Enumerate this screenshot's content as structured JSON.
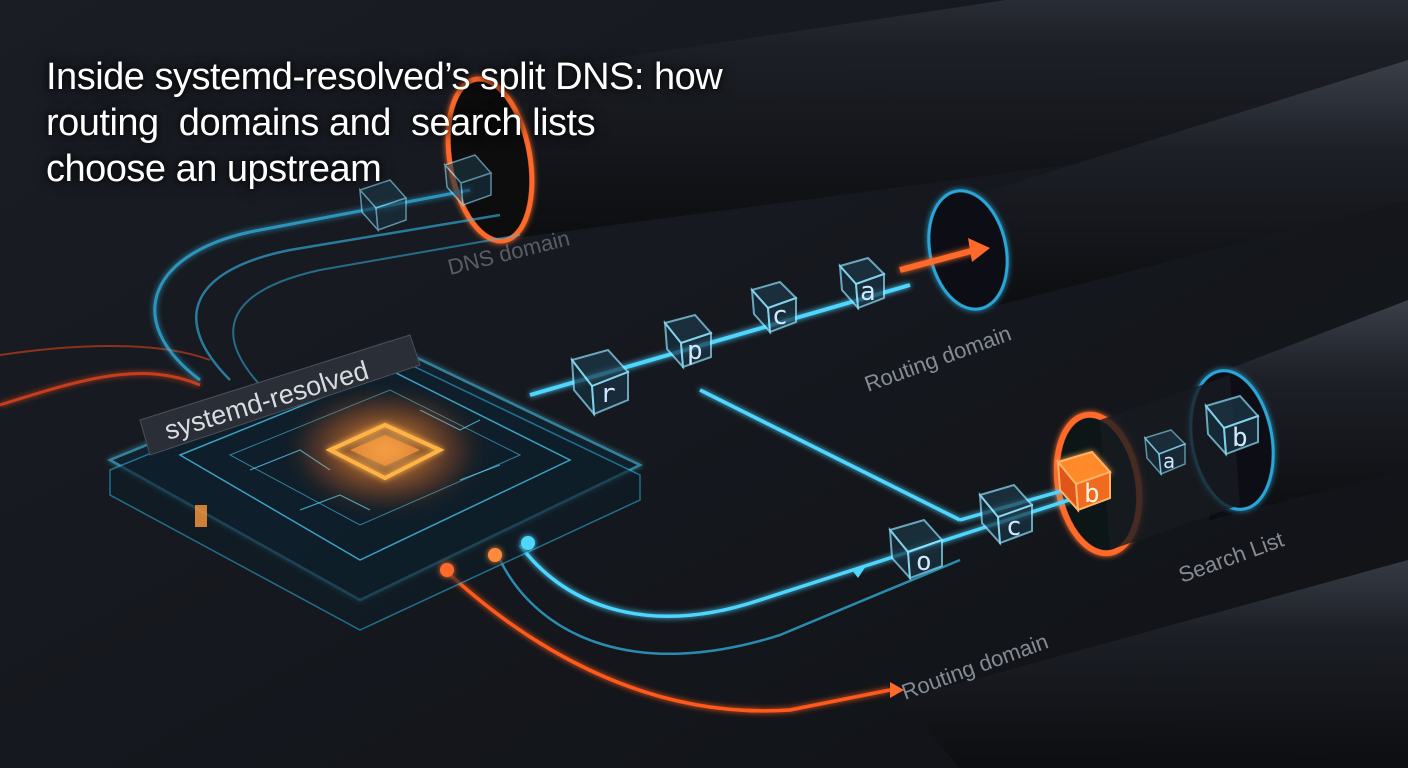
{
  "headline": {
    "line1": "Inside systemd-resolved’s split DNS: how",
    "line2": "routing  domains and  search lists",
    "line3": "choose an upstream"
  },
  "diagram": {
    "chip_label": "systemd-resolved",
    "labels": {
      "dns_domain": "DNS domain",
      "routing_domain_upper": "Routing domain",
      "routing_domain_lower": "Routing domain",
      "search_list": "Search List"
    },
    "cubes": {
      "upper_path": [
        "r",
        "p",
        "c",
        "a"
      ],
      "lower_path": [
        "o",
        "c",
        "b"
      ],
      "search_tube": [
        "a",
        "b"
      ]
    }
  },
  "colors": {
    "background": "#14171d",
    "cyan": "#38c8ff",
    "orange": "#ff5a1f",
    "amber": "#ffb347"
  }
}
